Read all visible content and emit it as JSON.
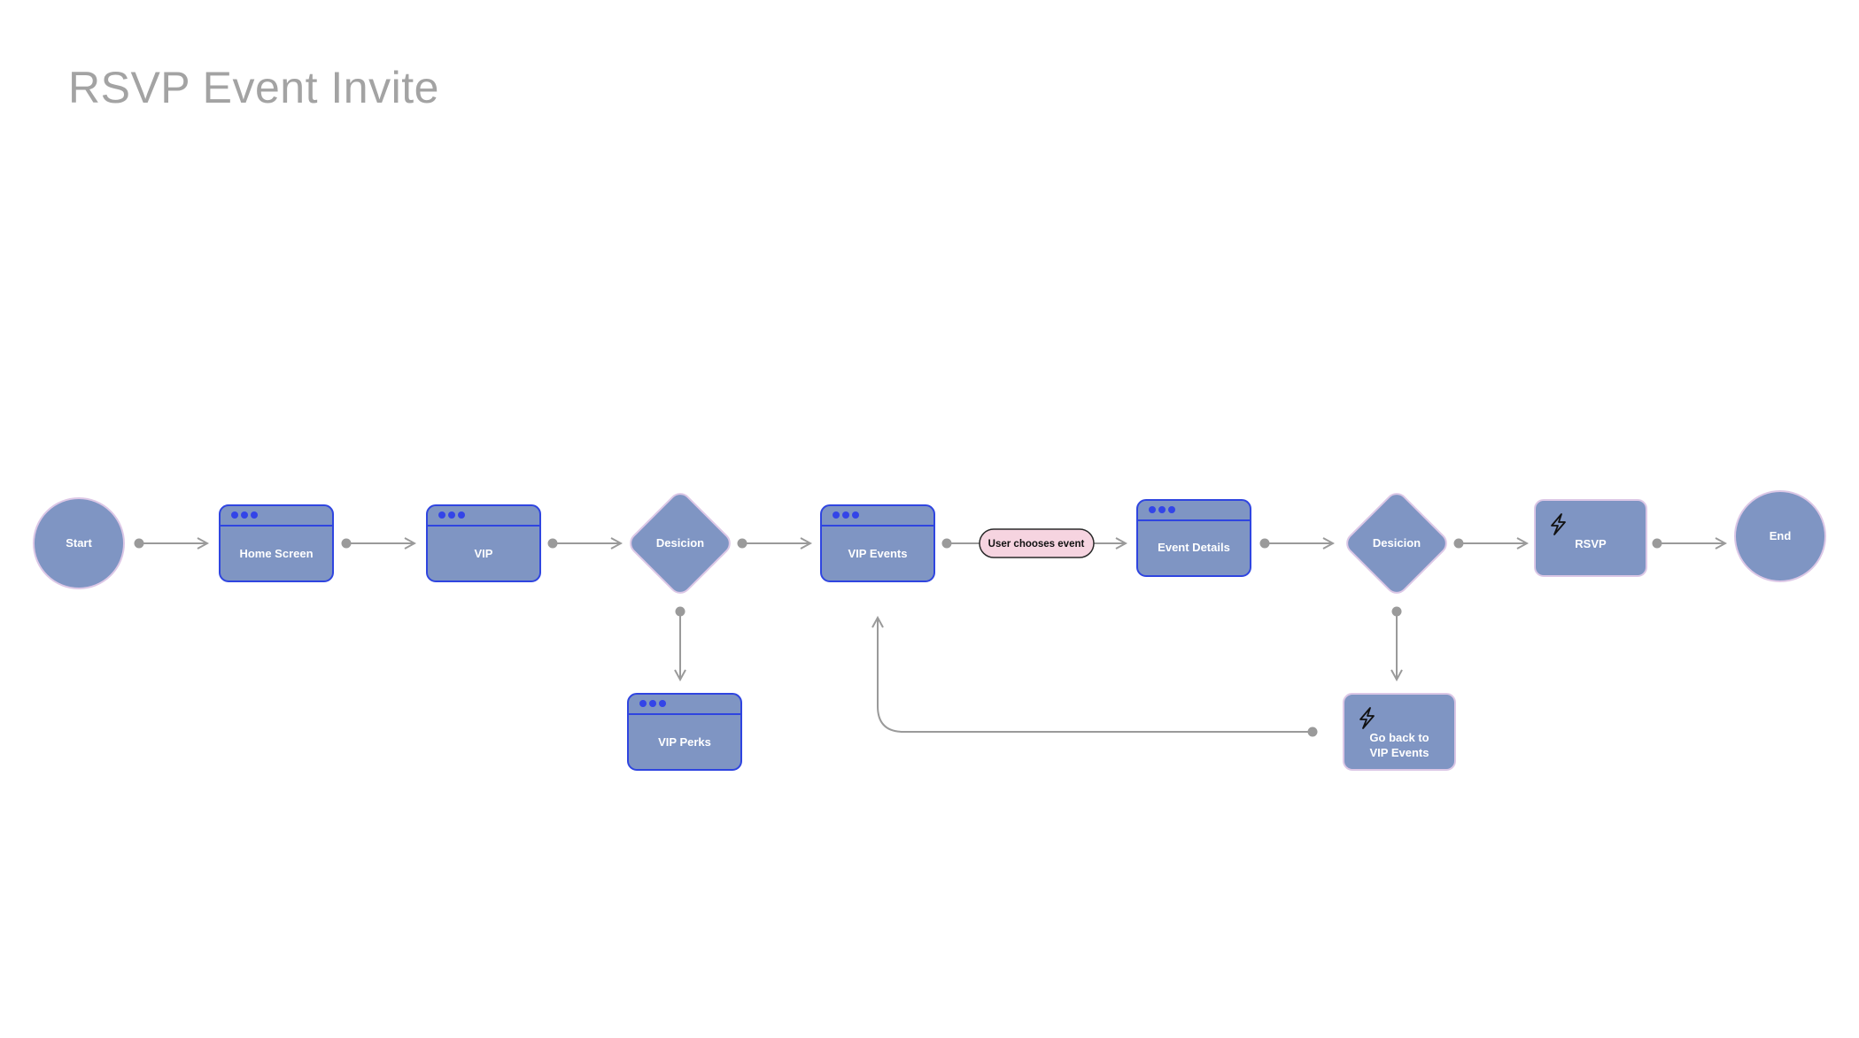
{
  "title": "RSVP Event Invite",
  "colors": {
    "node_fill": "#7f95c3",
    "screen_border": "#2f45e0",
    "soft_border": "#dcc7e6",
    "dots": "#3344e8",
    "connector": "#9a9a9a",
    "pill_fill": "#f6d4e0",
    "pill_border": "#2a2a2a",
    "title": "#a3a3a3"
  },
  "nodes": {
    "start": {
      "type": "terminal",
      "label": "Start"
    },
    "home_screen": {
      "type": "screen",
      "label": "Home Screen"
    },
    "vip": {
      "type": "screen",
      "label": "VIP"
    },
    "decision_1": {
      "type": "decision",
      "label": "Desicion"
    },
    "vip_events": {
      "type": "screen",
      "label": "VIP Events"
    },
    "user_chooses_event": {
      "type": "pill",
      "label": "User chooses event"
    },
    "event_details": {
      "type": "screen",
      "label": "Event Details"
    },
    "decision_2": {
      "type": "decision",
      "label": "Desicion"
    },
    "rsvp": {
      "type": "action",
      "label": "RSVP",
      "icon": "lightning-icon"
    },
    "end": {
      "type": "terminal",
      "label": "End"
    },
    "vip_perks": {
      "type": "screen",
      "label": "VIP Perks"
    },
    "go_back": {
      "type": "action",
      "label_line1": "Go back to",
      "label_line2": "VIP Events",
      "icon": "lightning-icon"
    }
  },
  "edges": [
    {
      "from": "start",
      "to": "home_screen"
    },
    {
      "from": "home_screen",
      "to": "vip"
    },
    {
      "from": "vip",
      "to": "decision_1"
    },
    {
      "from": "decision_1",
      "to": "vip_events"
    },
    {
      "from": "decision_1",
      "to": "vip_perks"
    },
    {
      "from": "vip_events",
      "to": "user_chooses_event"
    },
    {
      "from": "user_chooses_event",
      "to": "event_details"
    },
    {
      "from": "event_details",
      "to": "decision_2"
    },
    {
      "from": "decision_2",
      "to": "rsvp"
    },
    {
      "from": "decision_2",
      "to": "go_back"
    },
    {
      "from": "go_back",
      "to": "vip_events"
    },
    {
      "from": "rsvp",
      "to": "end"
    }
  ]
}
